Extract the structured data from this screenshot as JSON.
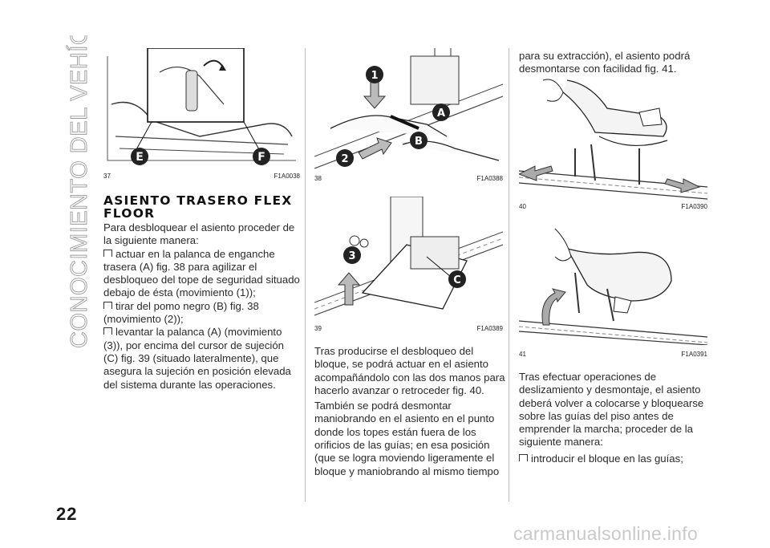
{
  "side_title": "CONOCIMIENTO DEL VEHÍCULO",
  "page_number": "22",
  "watermark": "carmanualsonline.info",
  "figures": {
    "f37": {
      "number": "37",
      "code": "F1A0038",
      "labels": [
        "E",
        "F"
      ]
    },
    "f38": {
      "number": "38",
      "code": "F1A0388",
      "labels": [
        "1",
        "A",
        "B",
        "2"
      ]
    },
    "f39": {
      "number": "39",
      "code": "F1A0389",
      "labels": [
        "3",
        "C"
      ]
    },
    "f40": {
      "number": "40",
      "code": "F1A0390"
    },
    "f41": {
      "number": "41",
      "code": "F1A0391"
    }
  },
  "col1": {
    "heading": "ASIENTO TRASERO FLEX FLOOR",
    "intro": "Para desbloquear el asiento proceder de la siguiente manera:",
    "bullets": [
      "actuar en la palanca de enganche trasera (A) fig. 38 para agilizar el desbloqueo del tope de seguridad situado debajo de ésta (movimiento (1));",
      "tirar del pomo negro (B) fig. 38 (movimiento (2));",
      "levantar la palanca (A) (movimiento (3)), por encima del cursor de sujeción (C) fig. 39 (situado lateralmente), que asegura la sujeción en posición elevada del sistema durante las operaciones."
    ]
  },
  "col2": {
    "p1": "Tras producirse el desbloqueo del bloque, se podrá actuar en el asiento acompañándolo con las dos manos para hacerlo avanzar o retroceder fig. 40.",
    "p2": "También se podrá desmontar maniobrando en el asiento en el punto donde los topes están fuera de los orificios de las guías; en esa posición (que se logra moviendo ligeramente el bloque y maniobrando al mismo tiempo"
  },
  "col3": {
    "p1": "para su extracción), el asiento podrá desmontarse con facilidad fig. 41.",
    "p2": "Tras efectuar operaciones de deslizamiento y desmontaje, el asiento deberá volver a colocarse y bloquearse sobre las guías del piso antes de emprender la marcha; proceder de la siguiente manera:",
    "bullets": [
      "introducir el bloque en las guías;"
    ]
  }
}
